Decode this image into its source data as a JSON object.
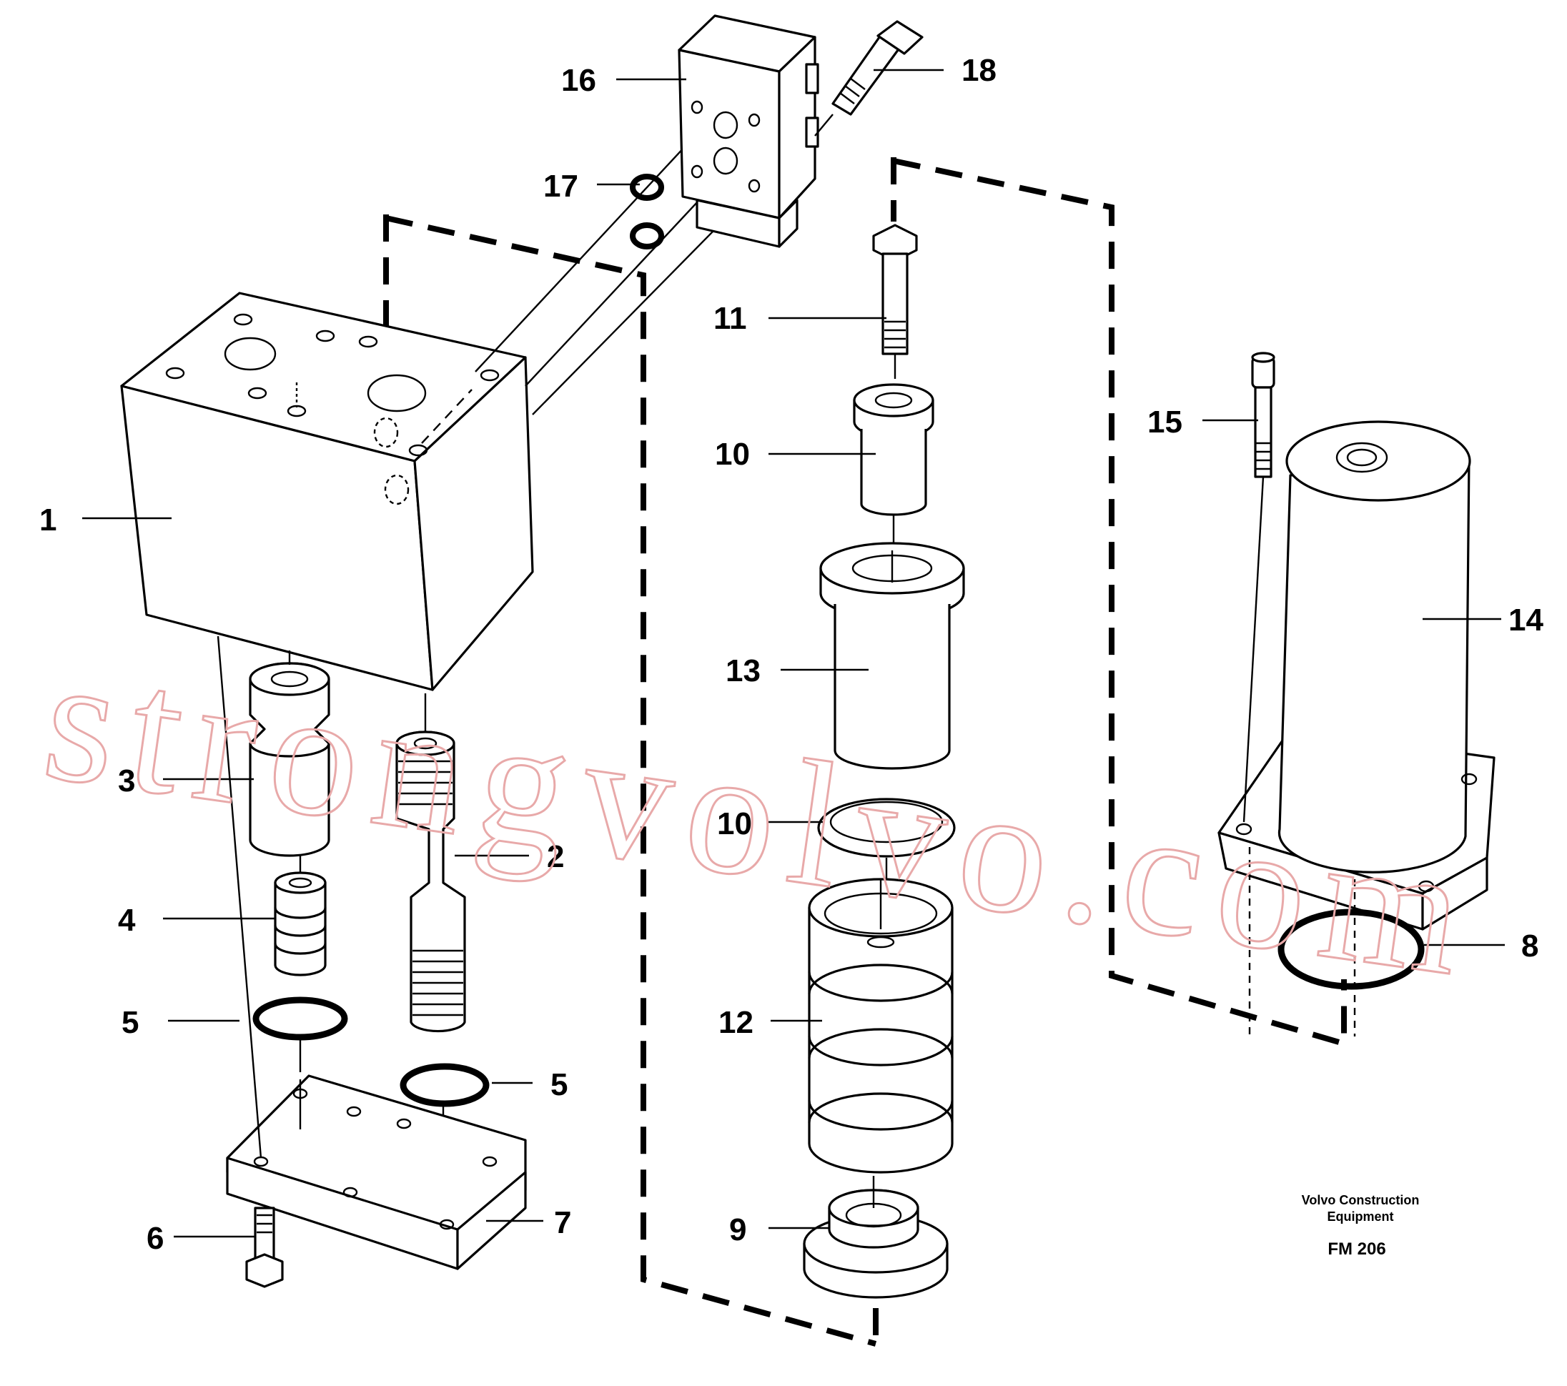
{
  "diagram": {
    "callouts": [
      "16",
      "18",
      "17",
      "11",
      "10",
      "15",
      "1",
      "14",
      "13",
      "3",
      "10",
      "2",
      "4",
      "8",
      "5",
      "12",
      "5",
      "7",
      "9",
      "6"
    ],
    "credit": {
      "line1": "Volvo Construction",
      "line2": "Equipment",
      "code": "FM 206"
    },
    "watermark": "strongvolvo.com"
  }
}
